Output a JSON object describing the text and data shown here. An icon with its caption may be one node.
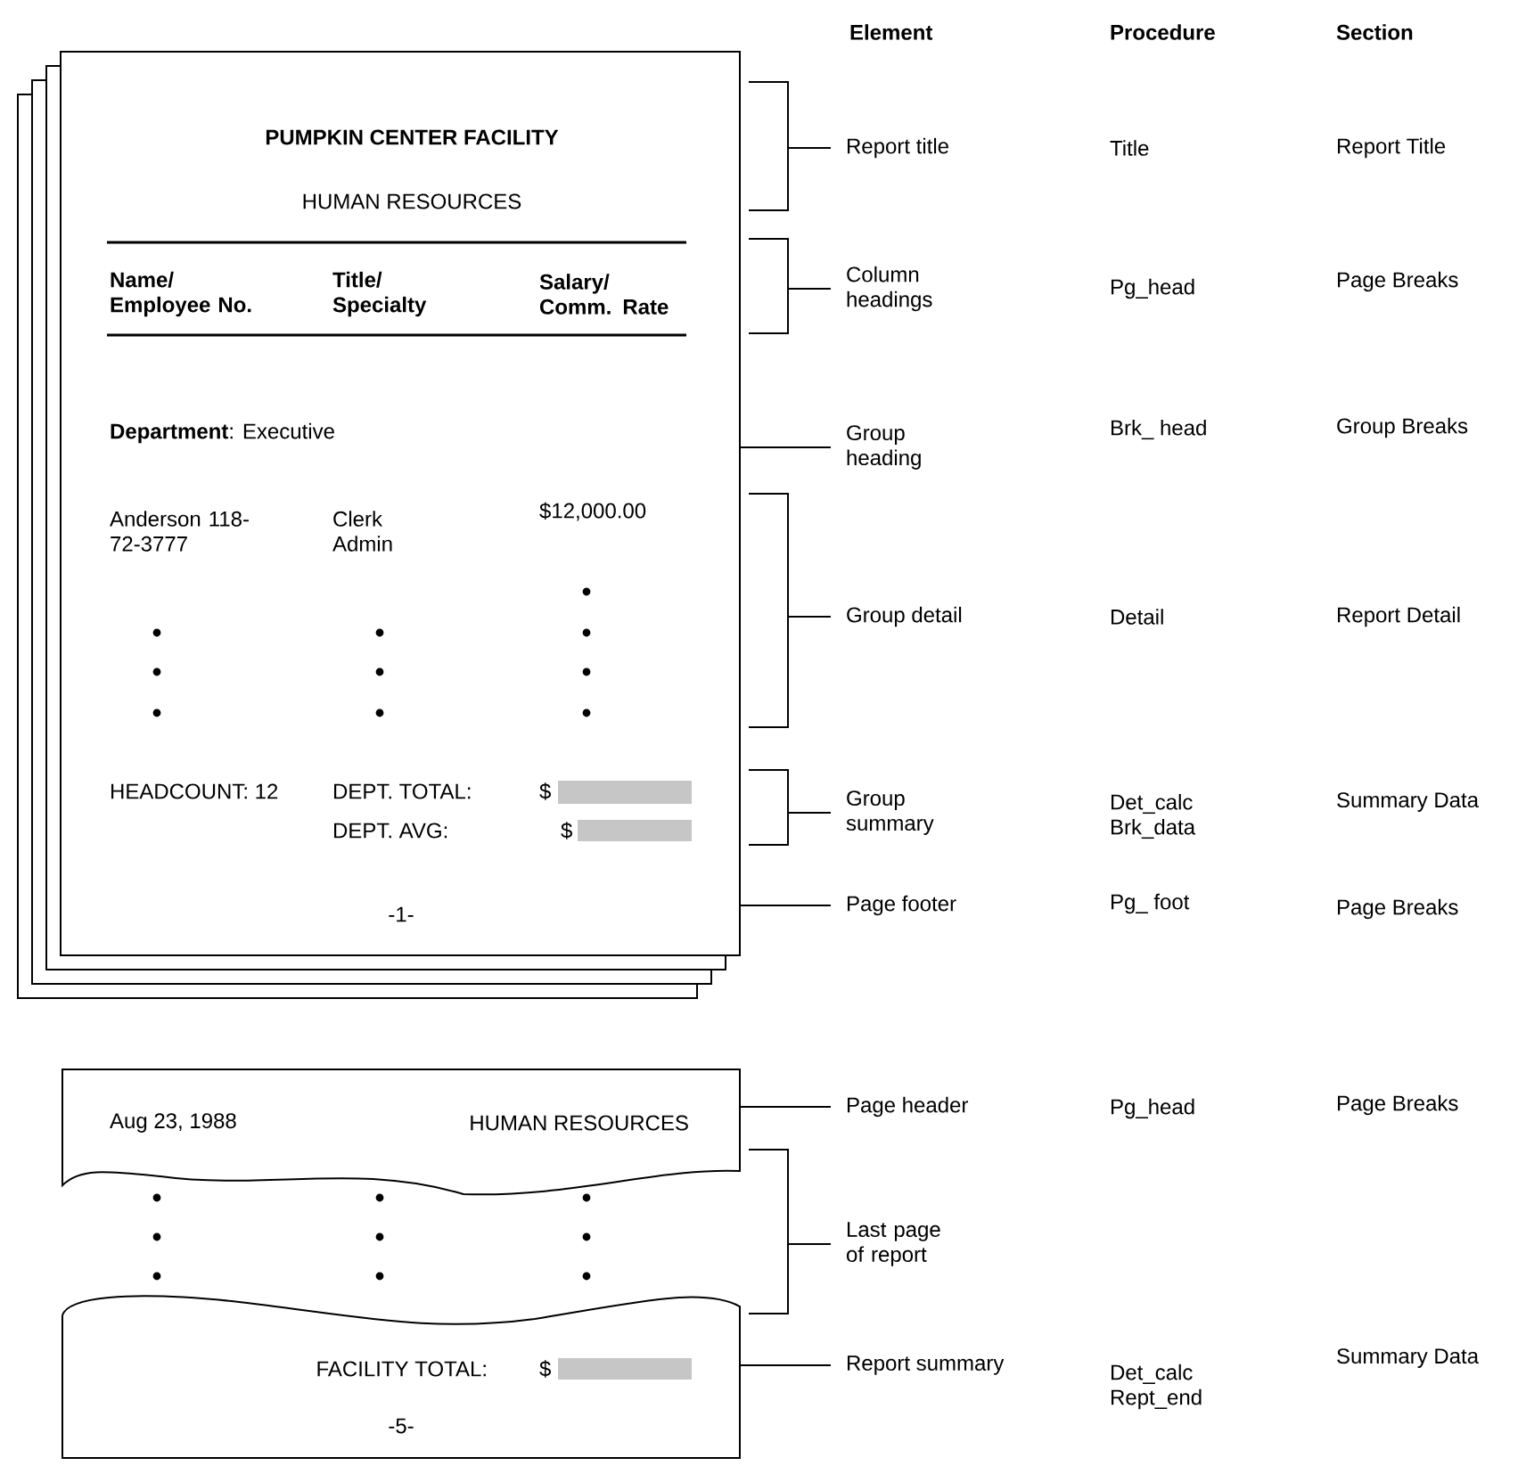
{
  "diagram": {
    "nodes": [
      {
        "text": [
          "PUMPKIN CENTER FACILITY",
          "HUMAN RESOURCES",
          "Name/ Employee No.",
          "Title/ Specialty",
          "Salary/ Comm. Rate",
          "**Department**: Executive",
          "Anderson 118-72-3777",
          "Clerk Admin",
          "$12,000.00",
          "HEADCOUNT: 12",
          "DEPT. TOTAL:",
          "$",
          "DEPT. AVG:",
          "$",
          "-1-"
        ]
      },
      {
        "text": [
          "Aug 23, 1988",
          "HUMAN RESOURCES"
        ]
      },
      {
        "text": [
          "FACILITY TOTAL:",
          "$",
          "-5-"
        ]
      },
      {
        "text": [
          "Report title"
        ]
      },
      {
        "text": [
          "Column headings"
        ]
      },
      {
        "text": [
          "Group heading"
        ]
      },
      {
        "text": [
          "Group detail"
        ]
      },
      {
        "text": [
          "Group summary"
        ]
      },
      {
        "text": [
          "Page footer"
        ]
      },
      {
        "text": [
          "Page header"
        ]
      },
      {
        "text": [
          "Last page of report"
        ]
      },
      {
        "text": [
          "Report summary"
        ]
      },
      {
        "text": [],
        "shape": "bracket"
      },
      {
        "text": [],
        "shape": "bracket"
      },
      {
        "text": [],
        "shape": "bracket"
      },
      {
        "text": [],
        "shape": "bracket"
      },
      {
        "text": [],
        "shape": "bracket"
      }
    ],
    "edges": [
      {
        "from": 3,
        "to": 12,
        "arrow": "none"
      },
      {
        "from": 4,
        "to": 13,
        "arrow": "none"
      },
      {
        "from": 5,
        "to": 0,
        "arrow": "none"
      },
      {
        "from": 6,
        "to": 14,
        "arrow": "none"
      },
      {
        "from": 7,
        "to": 15,
        "arrow": "none"
      },
      {
        "from": 8,
        "to": 0,
        "arrow": "none"
      },
      {
        "from": 9,
        "to": 1,
        "arrow": "none"
      },
      {
        "from": 10,
        "to": 16,
        "arrow": "none"
      },
      {
        "from": 11,
        "to": 2,
        "arrow": "none"
      }
    ],
    "labels": [
      "Element",
      "Procedure",
      "Section",
      "Title",
      "Report Title",
      "Pg_head",
      "Page Breaks",
      "Brk_ head",
      "Group Breaks",
      "Detail",
      "Report Detail",
      "Det_calc Brk_data",
      "Summary Data",
      "Pg_ foot",
      "Page Breaks",
      "Pg_head",
      "Page Breaks",
      "Det_calc Rept_end",
      "Summary Data"
    ]
  }
}
